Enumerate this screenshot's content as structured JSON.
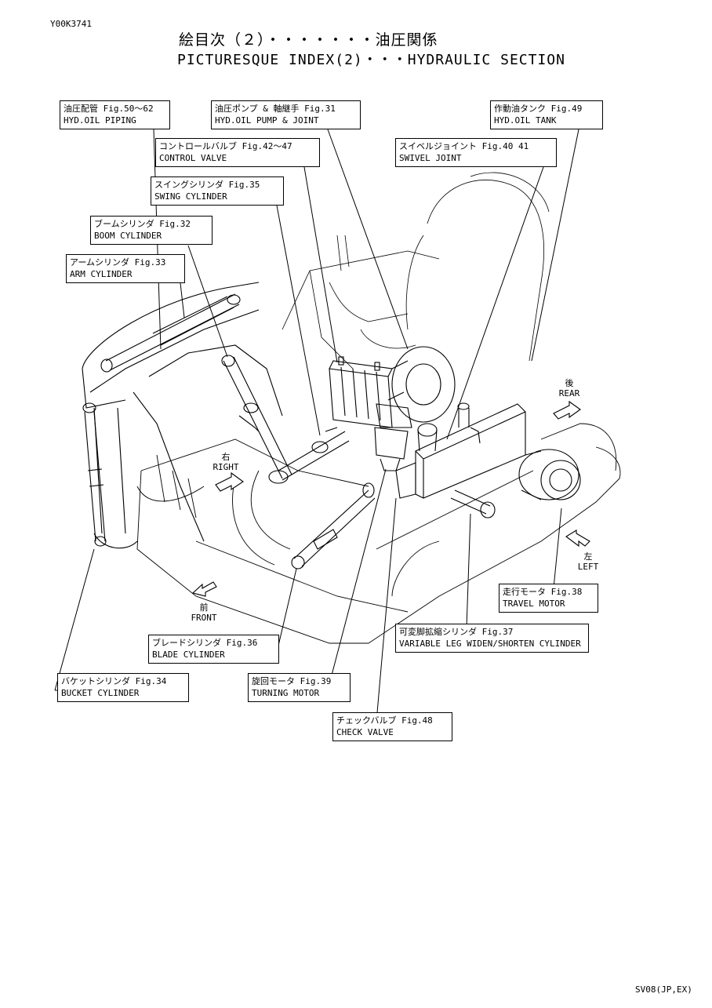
{
  "doc_id": "Y00K3741",
  "title": {
    "jp": "絵目次（２）・・・・・・・油圧関係",
    "en": "PICTURESQUE INDEX(2)・・・HYDRAULIC SECTION"
  },
  "callouts": [
    {
      "key": "hyd-oil-piping",
      "jp": "油圧配管 Fig.50～62",
      "en": "HYD.OIL PIPING"
    },
    {
      "key": "hyd-oil-pump-joint",
      "jp": "油圧ポンプ & 軸継手 Fig.31",
      "en": "HYD.OIL PUMP & JOINT"
    },
    {
      "key": "hyd-oil-tank",
      "jp": "作動油タンク Fig.49",
      "en": "HYD.OIL TANK"
    },
    {
      "key": "control-valve",
      "jp": "コントロールバルブ Fig.42～47",
      "en": "CONTROL VALVE"
    },
    {
      "key": "swivel-joint",
      "jp": "スイベルジョイント Fig.40 41",
      "en": "SWIVEL JOINT"
    },
    {
      "key": "swing-cylinder",
      "jp": "スイングシリンダ Fig.35",
      "en": "SWING CYLINDER"
    },
    {
      "key": "boom-cylinder",
      "jp": "ブームシリンダ Fig.32",
      "en": "BOOM CYLINDER"
    },
    {
      "key": "arm-cylinder",
      "jp": "アームシリンダ Fig.33",
      "en": "ARM CYLINDER"
    },
    {
      "key": "travel-motor",
      "jp": "走行モータ Fig.38",
      "en": "TRAVEL MOTOR"
    },
    {
      "key": "variable-leg",
      "jp": "可変脚拡縮シリンダ Fig.37",
      "en": "VARIABLE LEG WIDEN/SHORTEN CYLINDER"
    },
    {
      "key": "blade-cylinder",
      "jp": "ブレードシリンダ Fig.36",
      "en": "BLADE CYLINDER"
    },
    {
      "key": "bucket-cylinder",
      "jp": "バケットシリンダ Fig.34",
      "en": "BUCKET CYLINDER"
    },
    {
      "key": "turning-motor",
      "jp": "旋回モータ Fig.39",
      "en": "TURNING MOTOR"
    },
    {
      "key": "check-valve",
      "jp": "チェックバルブ Fig.48",
      "en": "CHECK VALVE"
    }
  ],
  "directions": {
    "rear": {
      "jp": "後",
      "en": "REAR"
    },
    "right": {
      "jp": "右",
      "en": "RIGHT"
    },
    "left": {
      "jp": "左",
      "en": "LEFT"
    },
    "front": {
      "jp": "前",
      "en": "FRONT"
    }
  },
  "footer": "SV08(JP,EX)"
}
